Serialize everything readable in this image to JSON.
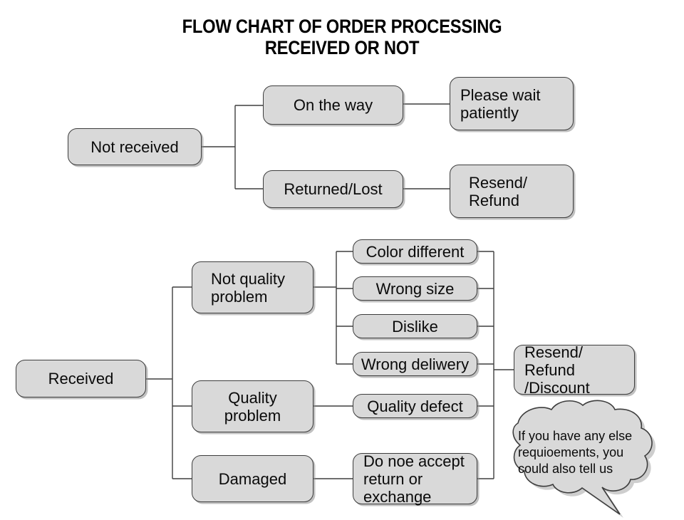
{
  "title": "FLOW CHART OF ORDER PROCESSING\nRECEIVED OR NOT",
  "colors": {
    "node_fill": "#d9d9d9",
    "node_border": "#3d3d3d",
    "connector": "#3f3f3f",
    "text": "#0a0a0a",
    "background": "#ffffff"
  },
  "branches": {
    "not_received": {
      "root": "Not received",
      "children": [
        {
          "label": "On the way",
          "outcome": "Please wait\npatiently"
        },
        {
          "label": "Returned/Lost",
          "outcome": "Resend/\nRefund"
        }
      ]
    },
    "received": {
      "root": "Received",
      "children": [
        {
          "label": "Not quality\nproblem",
          "reasons": [
            "Color different",
            "Wrong size",
            "Dislike",
            "Wrong deliwery"
          ]
        },
        {
          "label": "Quality\nproblem",
          "reasons": [
            "Quality defect"
          ]
        },
        {
          "label": "Damaged",
          "reasons": [
            "Do noe accept\nreturn or\nexchange"
          ]
        }
      ],
      "outcome": "Resend/ Refund\n/Discount"
    }
  },
  "callout": {
    "text": "If you have any else\nrequioements, you\ncould also tell us"
  }
}
